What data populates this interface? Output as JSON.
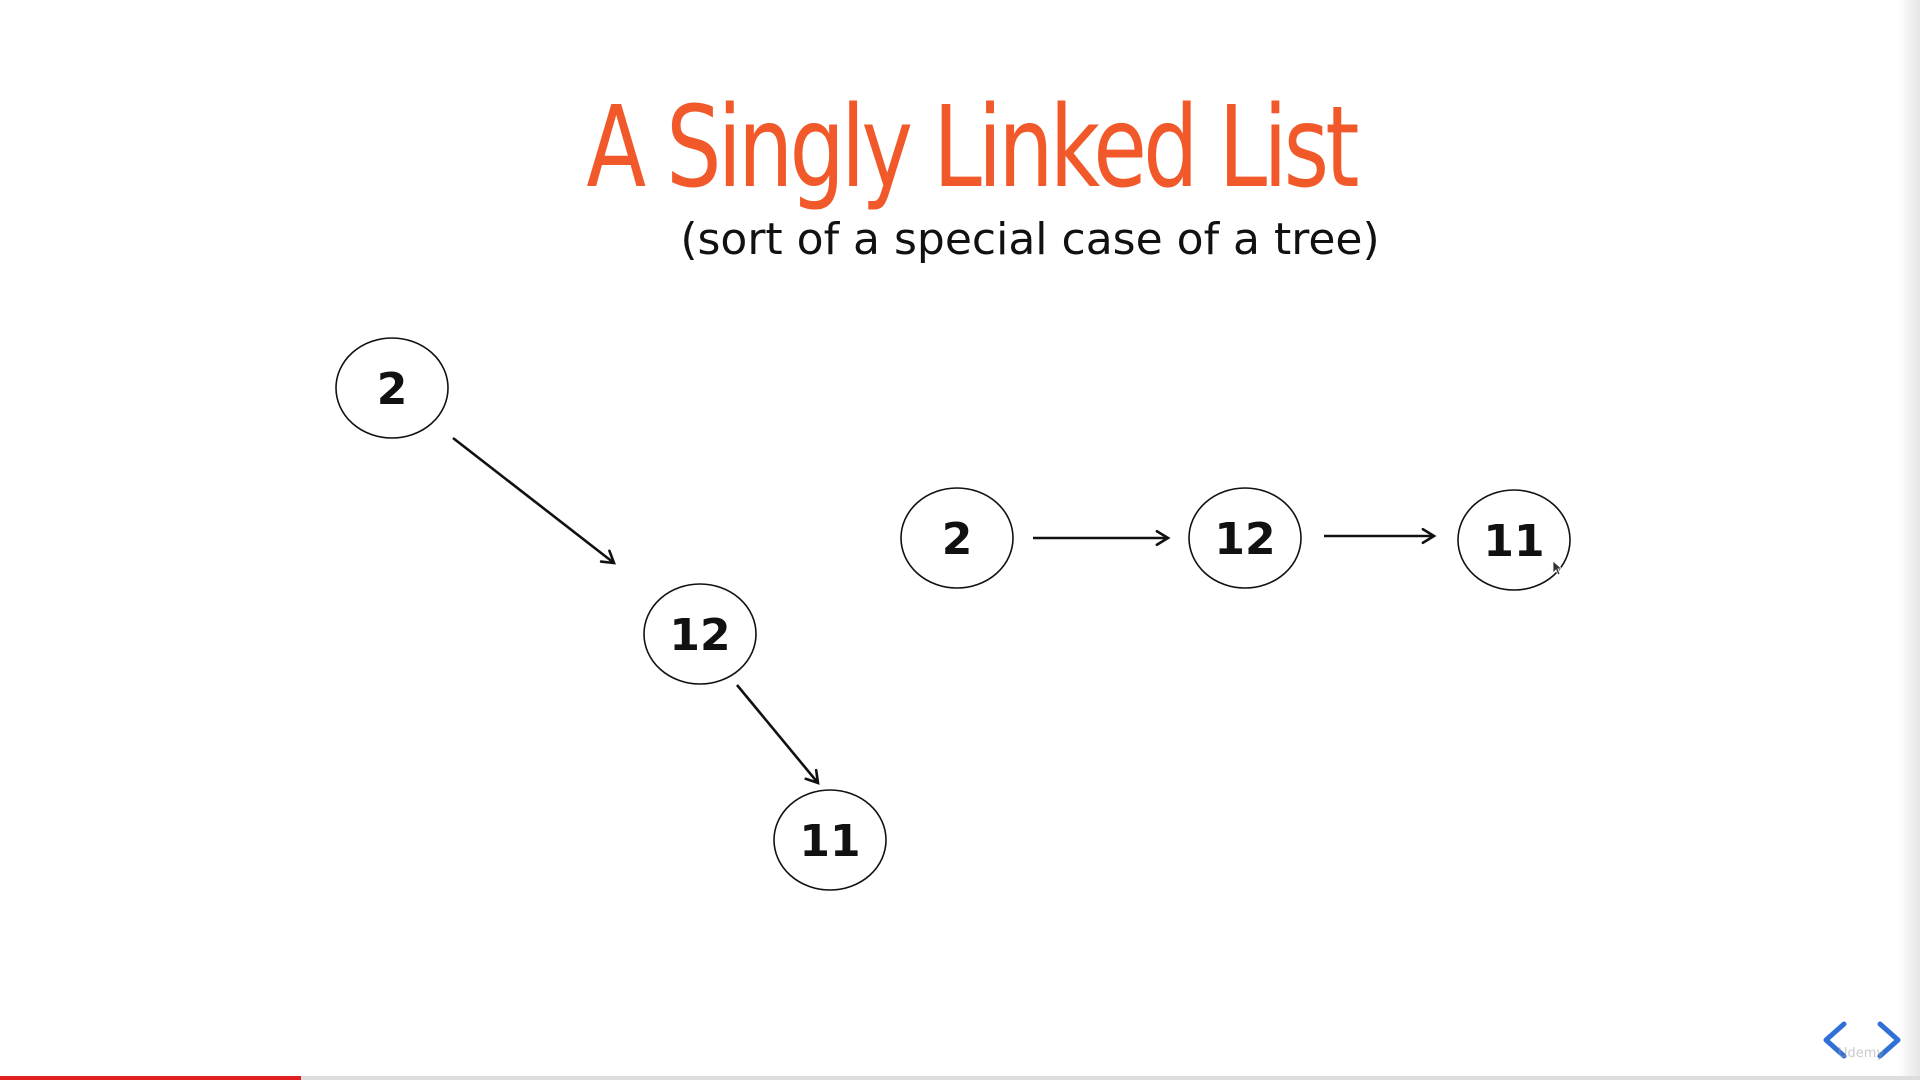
{
  "slide": {
    "title": "A Singly Linked List",
    "subtitle": "(sort of a special case of a tree)",
    "title_color": "#f1592a"
  },
  "tree_diagram": {
    "nodes": [
      {
        "id": "t-2",
        "label": "2"
      },
      {
        "id": "t-12",
        "label": "12"
      },
      {
        "id": "t-11",
        "label": "11"
      }
    ],
    "edges": [
      {
        "from": "t-2",
        "to": "t-12"
      },
      {
        "from": "t-12",
        "to": "t-11"
      }
    ]
  },
  "list_diagram": {
    "nodes": [
      {
        "id": "l-2",
        "label": "2"
      },
      {
        "id": "l-12",
        "label": "12"
      },
      {
        "id": "l-11",
        "label": "11"
      }
    ],
    "edges": [
      {
        "from": "l-2",
        "to": "l-12"
      },
      {
        "from": "l-12",
        "to": "l-11"
      }
    ]
  },
  "player": {
    "watermark": "Udemy",
    "progress_fraction": 0.157,
    "progress_color": "#e02020",
    "nav_color": "#2f6fd6",
    "nav_prev_icon": "chevron-left-icon",
    "nav_next_icon": "chevron-right-icon"
  }
}
